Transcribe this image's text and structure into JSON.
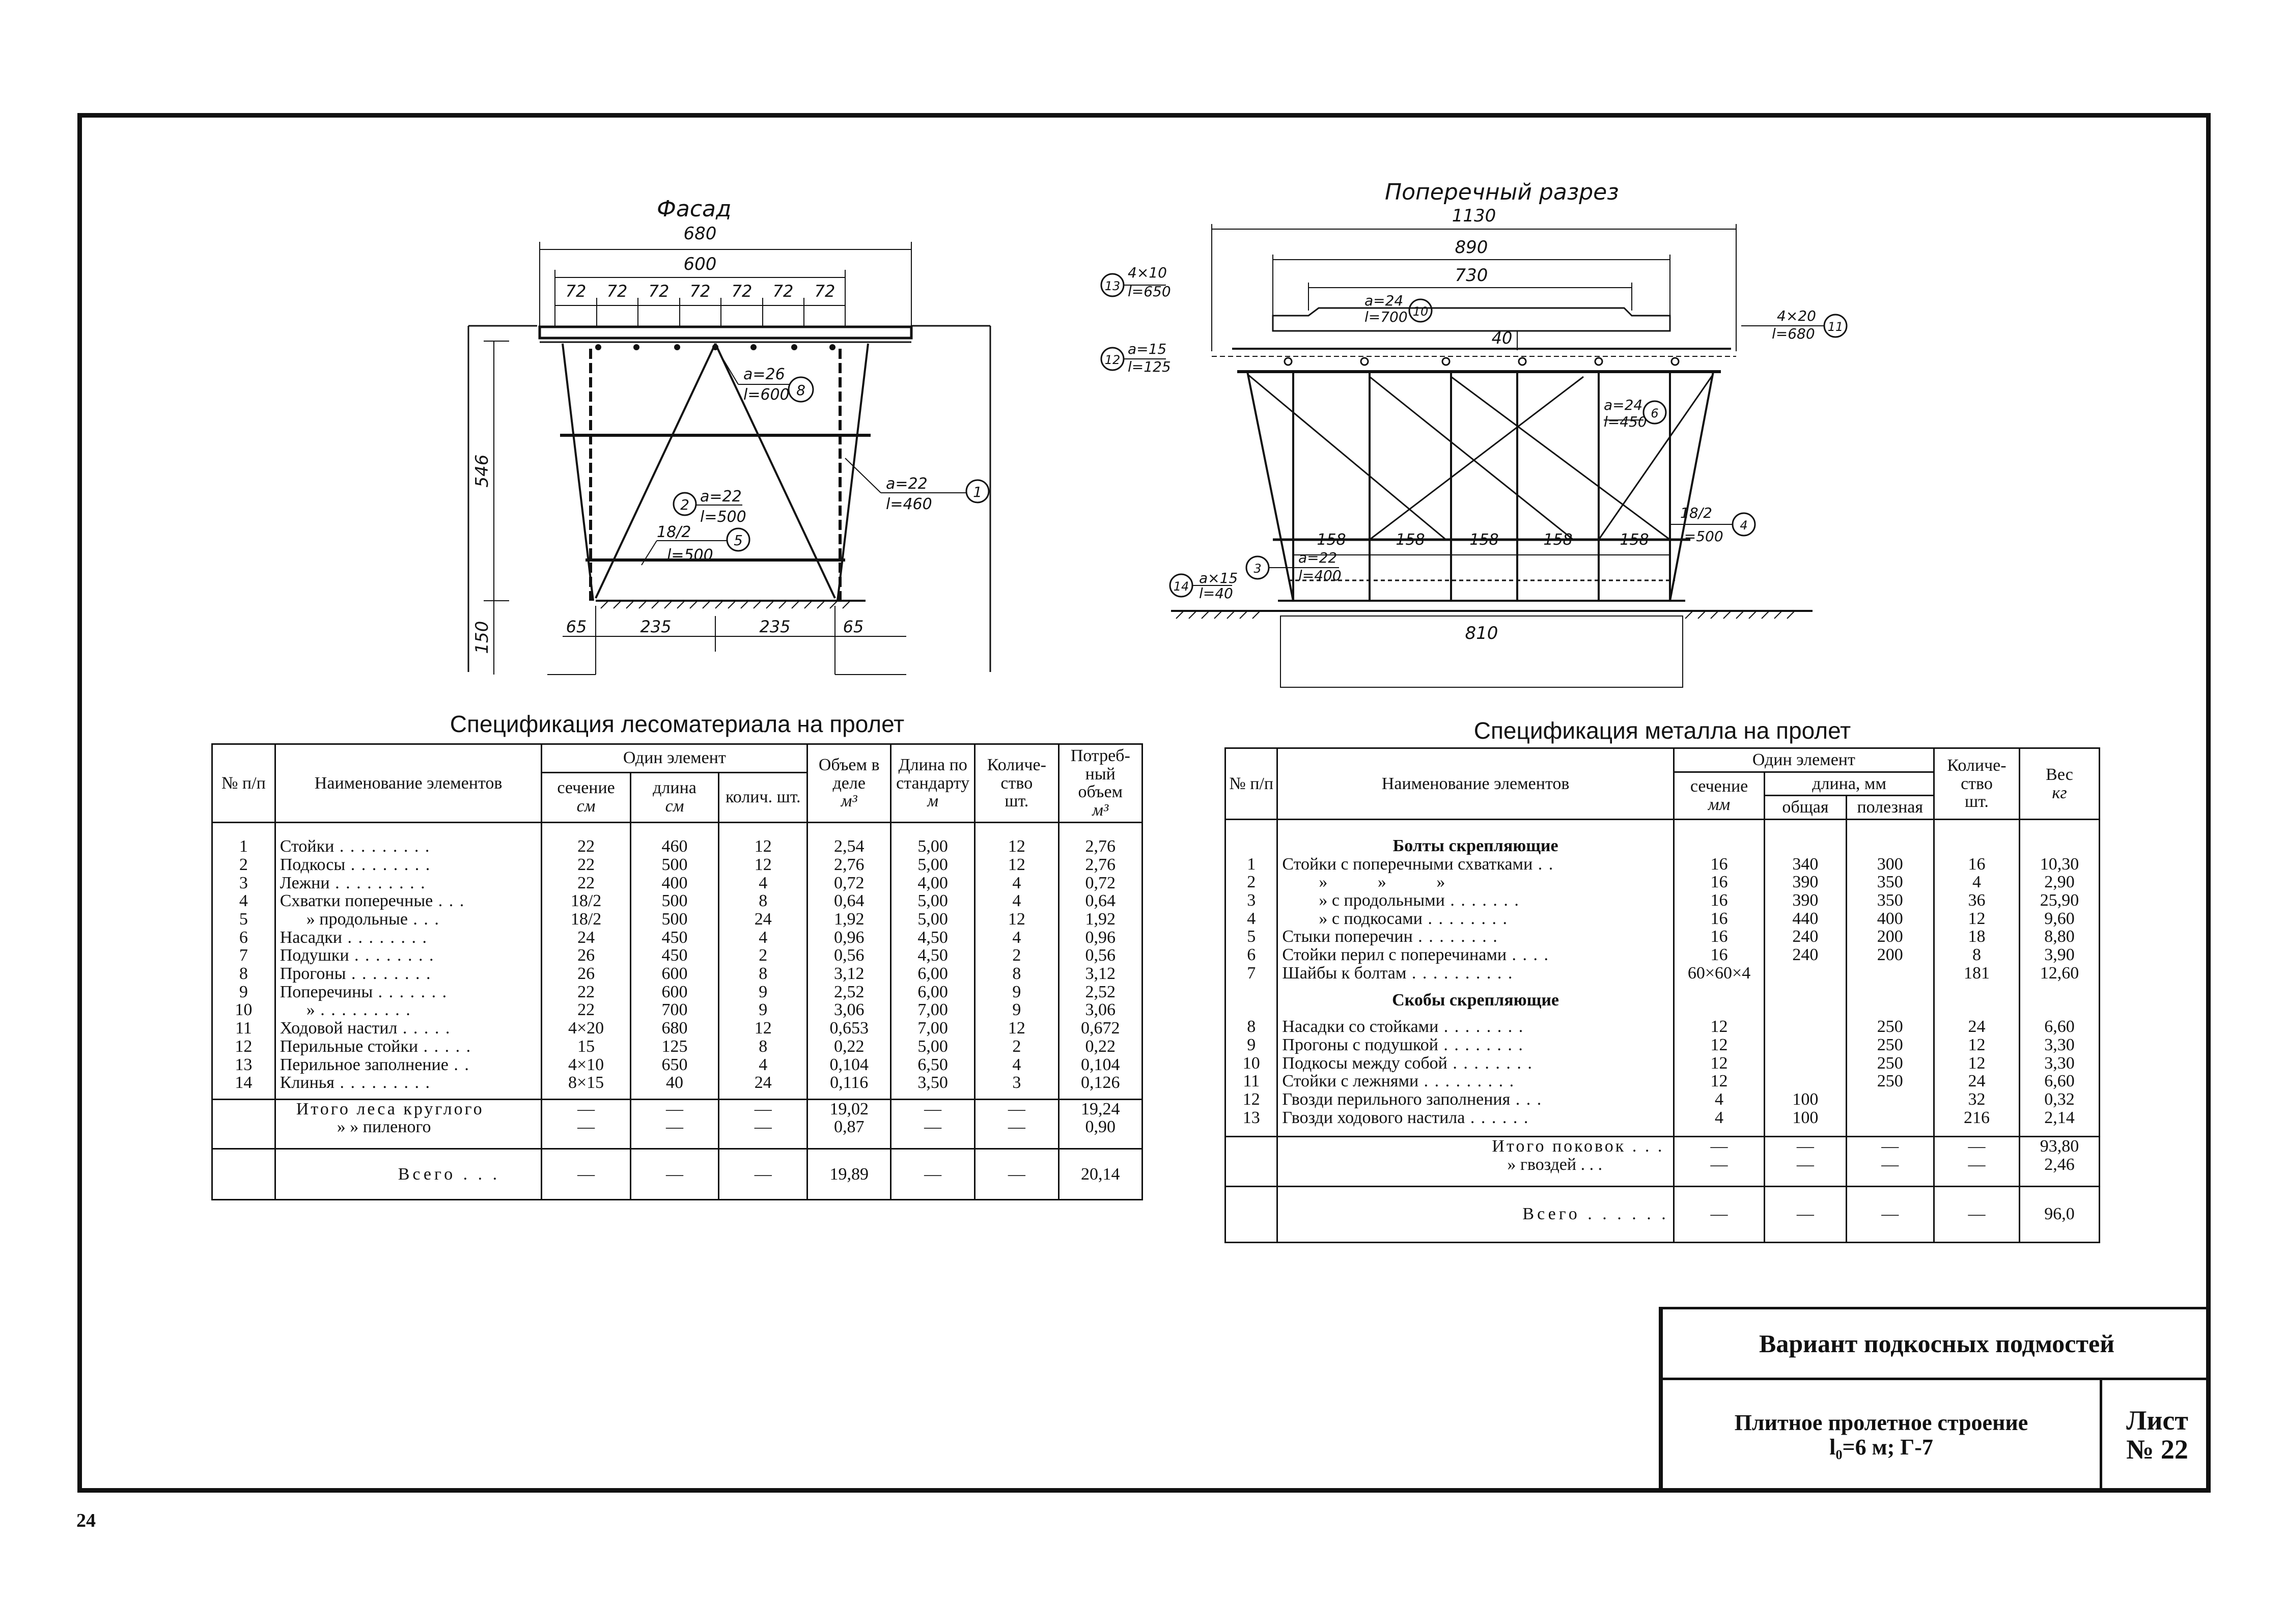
{
  "page_number": "24",
  "drawings": {
    "facade": {
      "title": "Фасад",
      "dims": {
        "d680": "680",
        "d600": "600",
        "d72": "72",
        "d546": "546",
        "d150": "150",
        "d65": "65",
        "d235": "235"
      },
      "labels": {
        "l8a": "a=26",
        "l8b": "l=600",
        "n8": "8",
        "l2a": "a=22",
        "l2b": "l=500",
        "n2": "2",
        "l1a": "a=22",
        "l1b": "l=460",
        "n1": "1",
        "l5a": "18/2",
        "l5b": "l=500",
        "n5": "5"
      }
    },
    "section": {
      "title": "Поперечный разрез",
      "dims": {
        "d1130": "1130",
        "d890": "890",
        "d730": "730",
        "d40": "40",
        "d158": "158",
        "d810": "810"
      },
      "labels": {
        "l13a": "4×10",
        "l13b": "l=650",
        "n13": "13",
        "l12a": "a=15",
        "l12b": "l=125",
        "n12": "12",
        "l10a": "a=24",
        "l10b": "l=700",
        "n10": "10",
        "l11a": "4×20",
        "l11b": "l=680",
        "n11": "11",
        "l6a": "a=24",
        "l6b": "l=450",
        "n6": "6",
        "l4a": "18/2",
        "l4b": "l=500",
        "n4": "4",
        "l3a": "a=22",
        "l3b": "l=400",
        "n3": "3",
        "l14a": "a×15",
        "l14b": "l=40",
        "n14": "14"
      }
    }
  },
  "timber_table": {
    "title": "Спецификация лесоматериала на пролет",
    "headers": {
      "no": "№ п/п",
      "name": "Наименование элементов",
      "one_element": "Один элемент",
      "section": "сечение",
      "section_unit": "см",
      "length": "длина",
      "length_unit": "см",
      "qty": "колич. шт.",
      "volume": "Объем в деле",
      "volume_unit": "м³",
      "std_length": "Длина по стандарту",
      "std_length_unit": "м",
      "count": "Количе- ство",
      "count_unit": "шт.",
      "required": "Потреб- ный объем",
      "required_unit": "м³"
    },
    "rows": [
      {
        "n": "1",
        "name": "Стойки",
        "sec": "22",
        "len": "460",
        "qty": "12",
        "vol": "2,54",
        "std": "5,00",
        "cnt": "12",
        "req": "2,76"
      },
      {
        "n": "2",
        "name": "Подкосы",
        "sec": "22",
        "len": "500",
        "qty": "12",
        "vol": "2,76",
        "std": "5,00",
        "cnt": "12",
        "req": "2,76"
      },
      {
        "n": "3",
        "name": "Лежни",
        "sec": "22",
        "len": "400",
        "qty": "4",
        "vol": "0,72",
        "std": "4,00",
        "cnt": "4",
        "req": "0,72"
      },
      {
        "n": "4",
        "name": "Схватки поперечные",
        "sec": "18/2",
        "len": "500",
        "qty": "8",
        "vol": "0,64",
        "std": "5,00",
        "cnt": "4",
        "req": "0,64"
      },
      {
        "n": "5",
        "name": "» продольные",
        "sec": "18/2",
        "len": "500",
        "qty": "24",
        "vol": "1,92",
        "std": "5,00",
        "cnt": "12",
        "req": "1,92"
      },
      {
        "n": "6",
        "name": "Насадки",
        "sec": "24",
        "len": "450",
        "qty": "4",
        "vol": "0,96",
        "std": "4,50",
        "cnt": "4",
        "req": "0,96"
      },
      {
        "n": "7",
        "name": "Подушки",
        "sec": "26",
        "len": "450",
        "qty": "2",
        "vol": "0,56",
        "std": "4,50",
        "cnt": "2",
        "req": "0,56"
      },
      {
        "n": "8",
        "name": "Прогоны",
        "sec": "26",
        "len": "600",
        "qty": "8",
        "vol": "3,12",
        "std": "6,00",
        "cnt": "8",
        "req": "3,12"
      },
      {
        "n": "9",
        "name": "Поперечины",
        "sec": "22",
        "len": "600",
        "qty": "9",
        "vol": "2,52",
        "std": "6,00",
        "cnt": "9",
        "req": "2,52"
      },
      {
        "n": "10",
        "name": "»",
        "sec": "22",
        "len": "700",
        "qty": "9",
        "vol": "3,06",
        "std": "7,00",
        "cnt": "9",
        "req": "3,06"
      },
      {
        "n": "11",
        "name": "Ходовой настил",
        "sec": "4×20",
        "len": "680",
        "qty": "12",
        "vol": "0,653",
        "std": "7,00",
        "cnt": "12",
        "req": "0,672"
      },
      {
        "n": "12",
        "name": "Перильные стойки",
        "sec": "15",
        "len": "125",
        "qty": "8",
        "vol": "0,22",
        "std": "5,00",
        "cnt": "2",
        "req": "0,22"
      },
      {
        "n": "13",
        "name": "Перильное заполнение",
        "sec": "4×10",
        "len": "650",
        "qty": "4",
        "vol": "0,104",
        "std": "6,50",
        "cnt": "4",
        "req": "0,104"
      },
      {
        "n": "14",
        "name": "Клинья",
        "sec": "8×15",
        "len": "40",
        "qty": "24",
        "vol": "0,116",
        "std": "3,50",
        "cnt": "3",
        "req": "0,126"
      }
    ],
    "totals": [
      {
        "name": "Итого леса круглого",
        "sec": "—",
        "len": "—",
        "qty": "—",
        "vol": "19,02",
        "std": "—",
        "cnt": "—",
        "req": "19,24"
      },
      {
        "name": "» » пиленого",
        "sec": "—",
        "len": "—",
        "qty": "—",
        "vol": "0,87",
        "std": "—",
        "cnt": "—",
        "req": "0,90"
      }
    ],
    "grand": {
      "name": "Всего",
      "sec": "—",
      "len": "—",
      "qty": "—",
      "vol": "19,89",
      "std": "—",
      "cnt": "—",
      "req": "20,14"
    }
  },
  "metal_table": {
    "title": "Спецификация металла на пролет",
    "headers": {
      "no": "№ п/п",
      "name": "Наименование элементов",
      "one_element": "Один элемент",
      "section": "сечение",
      "section_unit": "мм",
      "length": "длина, мм",
      "total": "общая",
      "useful": "полезная",
      "count": "Количе- ство",
      "count_unit": "шт.",
      "weight": "Вес",
      "weight_unit": "кг"
    },
    "group1": "Болты скрепляющие",
    "rows1": [
      {
        "n": "1",
        "name": "Стойки с поперечными схватками",
        "sec": "16",
        "tot": "340",
        "use": "300",
        "cnt": "16",
        "w": "10,30"
      },
      {
        "n": "2",
        "name": "» » »",
        "sec": "16",
        "tot": "390",
        "use": "350",
        "cnt": "4",
        "w": "2,90"
      },
      {
        "n": "3",
        "name": "» с продольными",
        "sec": "16",
        "tot": "390",
        "use": "350",
        "cnt": "36",
        "w": "25,90"
      },
      {
        "n": "4",
        "name": "» с подкосами",
        "sec": "16",
        "tot": "440",
        "use": "400",
        "cnt": "12",
        "w": "9,60"
      },
      {
        "n": "5",
        "name": "Стыки поперечин",
        "sec": "16",
        "tot": "240",
        "use": "200",
        "cnt": "18",
        "w": "8,80"
      },
      {
        "n": "6",
        "name": "Стойки перил с поперечинами",
        "sec": "16",
        "tot": "240",
        "use": "200",
        "cnt": "8",
        "w": "3,90"
      },
      {
        "n": "7",
        "name": "Шайбы к болтам",
        "sec": "60×60×4",
        "tot": "",
        "use": "",
        "cnt": "181",
        "w": "12,60"
      }
    ],
    "group2": "Скобы скрепляющие",
    "rows2": [
      {
        "n": "8",
        "name": "Насадки со стойками",
        "sec": "12",
        "tot": "",
        "use": "250",
        "cnt": "24",
        "w": "6,60"
      },
      {
        "n": "9",
        "name": "Прогоны с подушкой",
        "sec": "12",
        "tot": "",
        "use": "250",
        "cnt": "12",
        "w": "3,30"
      },
      {
        "n": "10",
        "name": "Подкосы между собой",
        "sec": "12",
        "tot": "",
        "use": "250",
        "cnt": "12",
        "w": "3,30"
      },
      {
        "n": "11",
        "name": "Стойки с лежнями",
        "sec": "12",
        "tot": "",
        "use": "250",
        "cnt": "24",
        "w": "6,60"
      },
      {
        "n": "12",
        "name": "Гвозди перильного заполнения",
        "sec": "4",
        "tot": "100",
        "use": "",
        "cnt": "32",
        "w": "0,32"
      },
      {
        "n": "13",
        "name": "Гвозди ходового настила",
        "sec": "4",
        "tot": "100",
        "use": "",
        "cnt": "216",
        "w": "2,14"
      }
    ],
    "totals": [
      {
        "name": "Итого поковок",
        "sec": "—",
        "tot": "—",
        "use": "—",
        "cnt": "—",
        "w": "93,80"
      },
      {
        "name": "» гвоздей",
        "sec": "—",
        "tot": "—",
        "use": "—",
        "cnt": "—",
        "w": "2,46"
      }
    ],
    "grand": {
      "name": "Всего",
      "sec": "—",
      "tot": "—",
      "use": "—",
      "cnt": "—",
      "w": "96,0"
    }
  },
  "title_block": {
    "title": "Вариант подкосных подмостей",
    "subtitle_1": "Плитное пролетное строение",
    "subtitle_2": "l₀=6 м; Г-7",
    "sheet_label": "Лист",
    "sheet_no": "№ 22"
  }
}
